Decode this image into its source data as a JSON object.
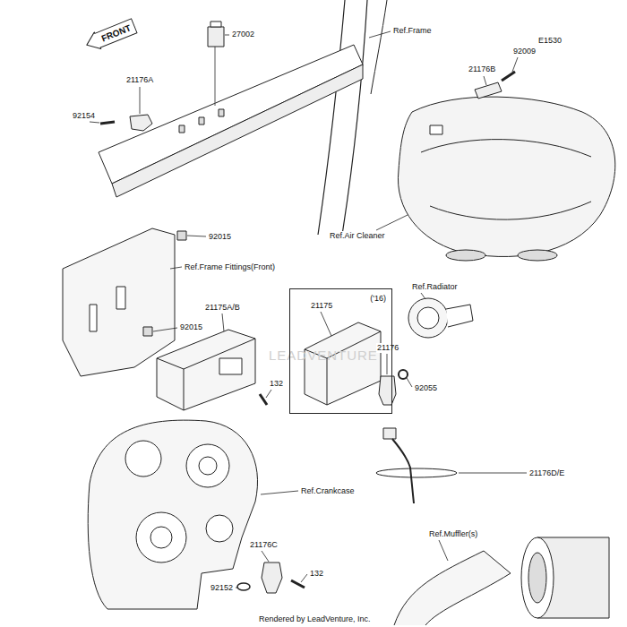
{
  "diagram": {
    "nodes": [
      {
        "text": [
          "FRONT"
        ]
      },
      {
        "text": [
          "('16)",
          "21175"
        ]
      }
    ],
    "labels": [
      "E1530",
      "27002",
      "Ref.Frame",
      "21176A",
      "92154",
      "21176B",
      "92009",
      "Ref.Air Cleaner",
      "92015",
      "Ref.Frame Fittings(Front)",
      "92015",
      "21175A/B",
      "132",
      "Ref.Radiator",
      "21176",
      "92055",
      "Ref.Crankcase",
      "21176D/E",
      "Ref.Muffler(s)",
      "21176C",
      "132",
      "92152",
      "Rendered by LeadVenture, Inc.",
      "LEADVENTURE"
    ]
  }
}
